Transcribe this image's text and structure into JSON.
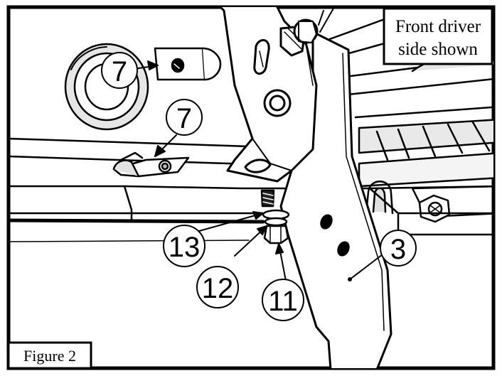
{
  "figure": {
    "caption": "Figure 2",
    "note_line1": "Front driver",
    "note_line2": "side shown"
  },
  "callouts": {
    "top_washer": "7",
    "bracket_clip": "7",
    "washer": "13",
    "lock_washer": "12",
    "bolt": "11",
    "bracket": "3"
  },
  "colors": {
    "ink": "#000000",
    "paper": "#ffffff",
    "shade": "#e8e8e8",
    "dark_shade": "#cfcfcf"
  }
}
